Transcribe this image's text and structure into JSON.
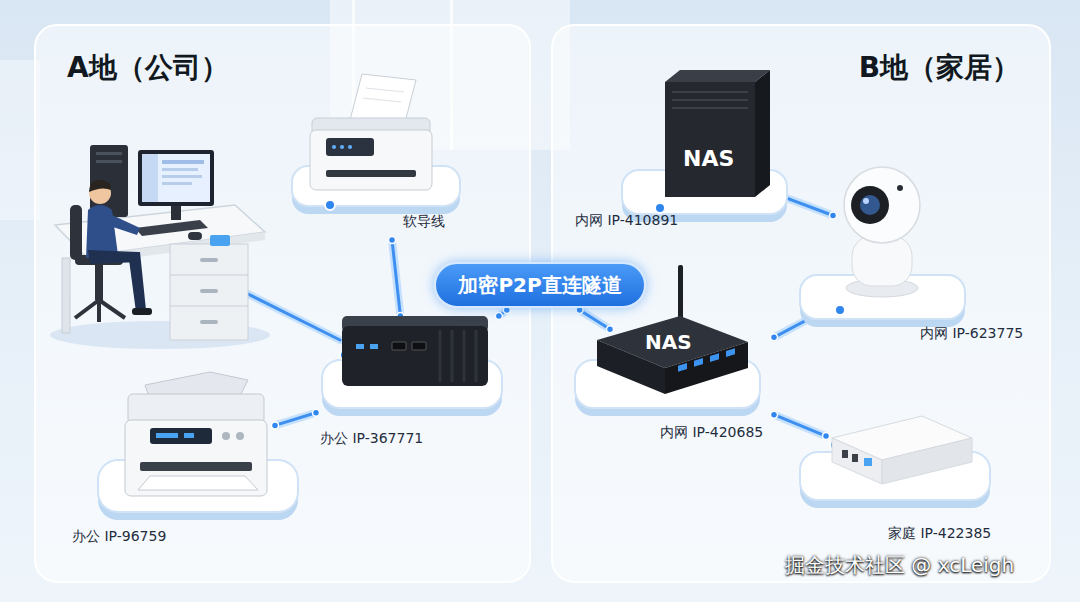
{
  "diagram": {
    "nodes": [
      {
        "text": [
          "A地（公司）"
        ]
      },
      {
        "text": [
          "软导线"
        ],
        "in": 0
      },
      {
        "text": [
          "办公 IP-367771"
        ],
        "in": 0
      },
      {
        "text": [
          "办公 IP-96759"
        ],
        "in": 0
      },
      {
        "text": [
          "加密P2P直连隧道"
        ]
      },
      {
        "text": [
          "B地（家居）"
        ]
      },
      {
        "text": [
          "NAS",
          "内网 IP-410891"
        ],
        "in": 5
      },
      {
        "text": [
          "内网 IP-623775"
        ],
        "in": 5
      },
      {
        "text": [
          "NAS",
          "内网 IP-420685"
        ],
        "in": 5
      },
      {
        "text": [
          "家庭 IP-422385"
        ],
        "in": 5
      }
    ],
    "edges": [
      {
        "from": 1,
        "to": 2,
        "arrow": "none"
      },
      {
        "from": 2,
        "to": 3,
        "arrow": "none"
      },
      {
        "from": 2,
        "to": 4,
        "arrow": "none"
      },
      {
        "from": 4,
        "to": 8,
        "arrow": "none"
      },
      {
        "from": 6,
        "to": 7,
        "arrow": "none"
      },
      {
        "from": 7,
        "to": 8,
        "arrow": "none"
      },
      {
        "from": 8,
        "to": 9,
        "arrow": "none"
      }
    ],
    "labels": [
      "掘金技术社区 @ xcLeigh"
    ]
  }
}
